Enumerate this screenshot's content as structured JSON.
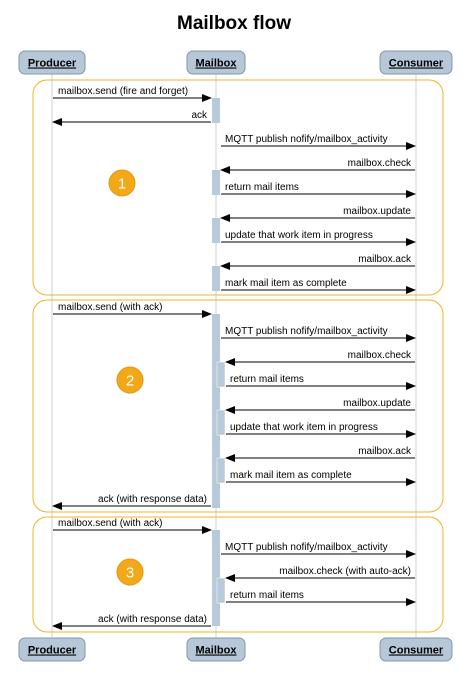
{
  "title": "Mailbox flow",
  "colors": {
    "actor_fill": "#b6c8d8",
    "actor_stroke": "#8298ab",
    "lifeline": "#c9d3dc",
    "activation": "#b8cad9",
    "group_border": "#f2b428",
    "badge_fill": "#f3a817",
    "arrow": "#000000"
  },
  "actors": {
    "producer": "Producer",
    "mailbox": "Mailbox",
    "consumer": "Consumer"
  },
  "groups": [
    {
      "number": "1",
      "messages": [
        {
          "text": "mailbox.send (fire and forget)"
        },
        {
          "text": "ack"
        },
        {
          "text": "MQTT publish nofify/mailbox_activity"
        },
        {
          "text": "mailbox.check"
        },
        {
          "text": "return mail items"
        },
        {
          "text": "mailbox.update"
        },
        {
          "text": "update that work item in progress"
        },
        {
          "text": "mailbox.ack"
        },
        {
          "text": "mark mail item as complete"
        }
      ]
    },
    {
      "number": "2",
      "messages": [
        {
          "text": "mailbox.send (with ack)"
        },
        {
          "text": "MQTT publish nofify/mailbox_activity"
        },
        {
          "text": "mailbox.check"
        },
        {
          "text": "return mail items"
        },
        {
          "text": "mailbox.update"
        },
        {
          "text": "update that work item in progress"
        },
        {
          "text": "mailbox.ack"
        },
        {
          "text": "mark mail item as complete"
        },
        {
          "text": "ack (with response data)"
        }
      ]
    },
    {
      "number": "3",
      "messages": [
        {
          "text": "mailbox.send (with ack)"
        },
        {
          "text": "MQTT publish nofify/mailbox_activity"
        },
        {
          "text": "mailbox.check (with auto-ack)"
        },
        {
          "text": "return mail items"
        },
        {
          "text": "ack (with response data)"
        }
      ]
    }
  ]
}
